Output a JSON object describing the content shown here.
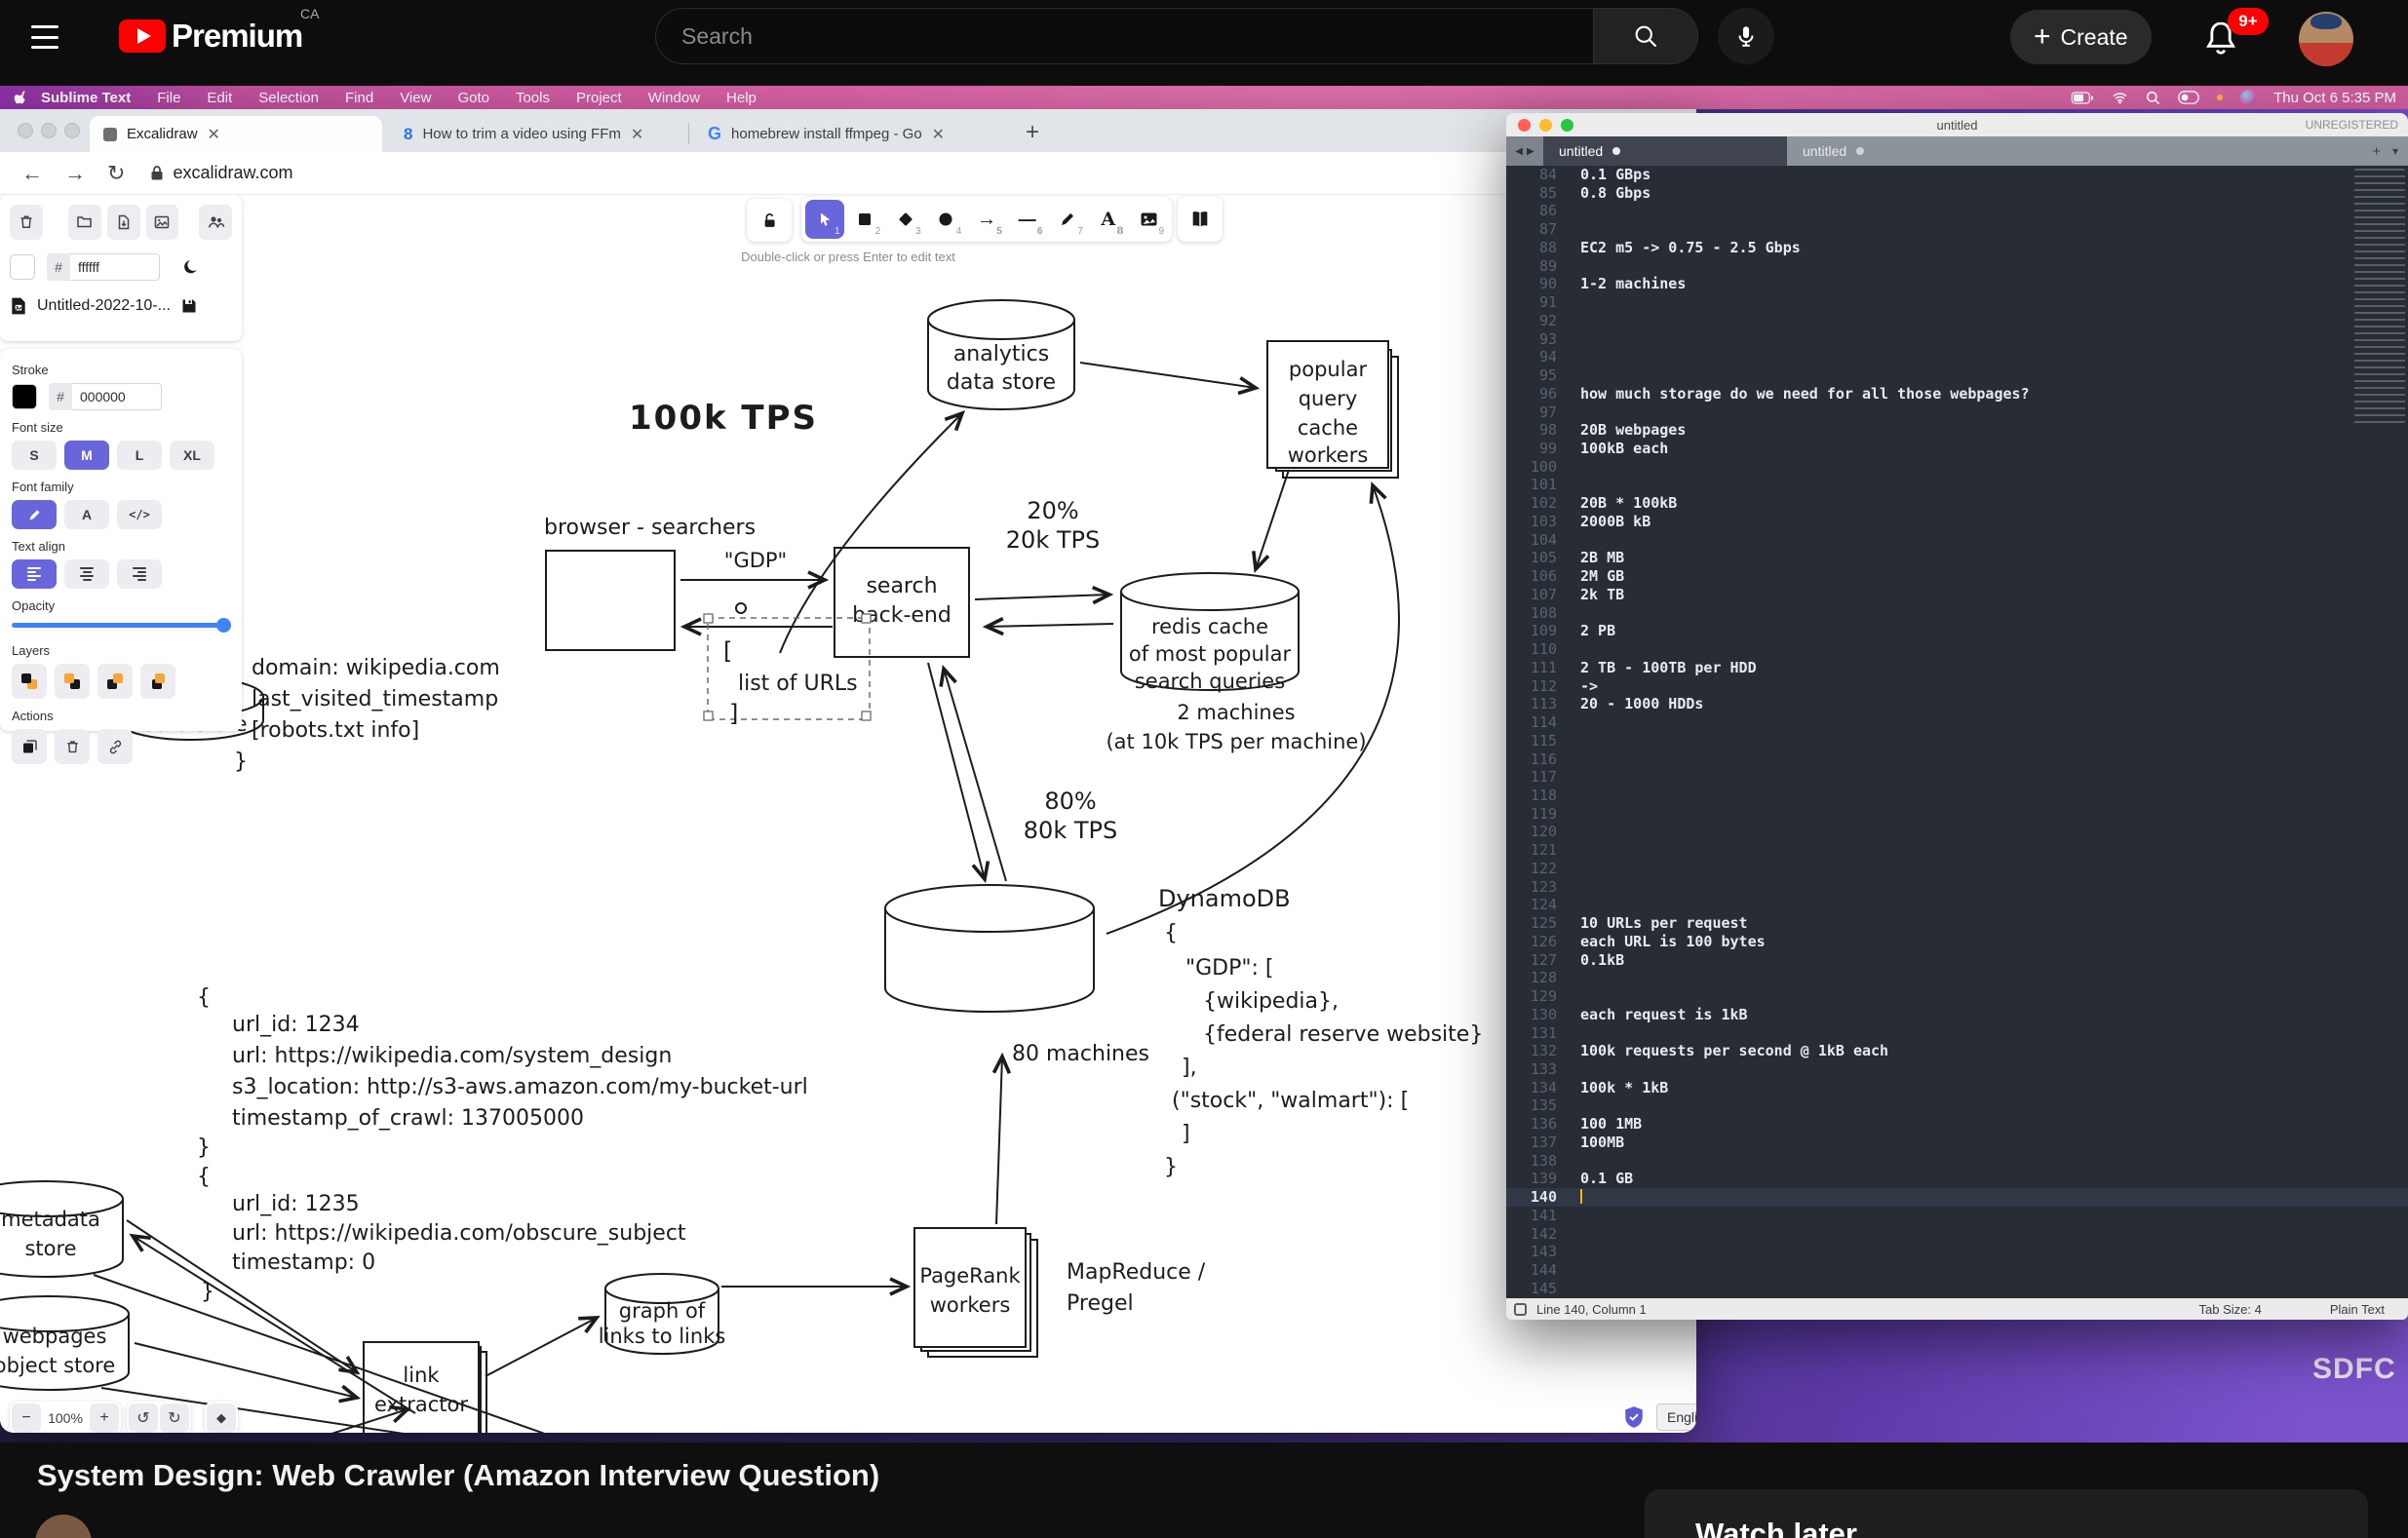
{
  "youtube": {
    "header": {
      "logo_text": "Premium",
      "logo_badge": "CA",
      "search_placeholder": "Search",
      "create_label": "Create",
      "notification_count": "9+"
    },
    "video_title": "System Design: Web Crawler (Amazon Interview Question)",
    "watch_later_title": "Watch later"
  },
  "menubar": {
    "app_name": "Sublime Text",
    "items": [
      "File",
      "Edit",
      "Selection",
      "Find",
      "View",
      "Goto",
      "Tools",
      "Project",
      "Window",
      "Help"
    ],
    "clock": "Thu Oct 6  5:35 PM"
  },
  "browser": {
    "tabs": [
      {
        "label": "Excalidraw"
      },
      {
        "label": "How to trim a video using FFm"
      },
      {
        "label": "homebrew install ffmpeg - Go"
      }
    ],
    "url": "excalidraw.com"
  },
  "excalidraw": {
    "hash": "#",
    "canvas_bg_hex": "ffffff",
    "file_name": "Untitled-2022-10-...",
    "stroke_label": "Stroke",
    "stroke_hex": "000000",
    "font_size_label": "Font size",
    "font_sizes": [
      {
        "label": "S"
      },
      {
        "label": "M",
        "cls": "sel"
      },
      {
        "label": "L"
      },
      {
        "label": "XL"
      }
    ],
    "font_family_label": "Font family",
    "font_family_code": "</>",
    "font_family_text": "A",
    "text_align_label": "Text align",
    "opacity_label": "Opacity",
    "layers_label": "Layers",
    "actions_label": "Actions",
    "toolbar_hint": "Double-click or press Enter to edit text",
    "tool_numbers": [
      "1",
      "2",
      "3",
      "4",
      "5",
      "6",
      "7",
      "8",
      "9"
    ],
    "text_tool_glyph": "A",
    "arrow_tool_glyph": "→",
    "line_tool_glyph": "—",
    "zoom_out": "−",
    "zoom_in": "+",
    "zoom_value": "100%",
    "undo_glyph": "↺",
    "redo_glyph": "↻",
    "eraser_glyph": "◆",
    "language": "English",
    "lang_caret": "▲",
    "help_label": "?"
  },
  "diagram": {
    "tps_label": "100k TPS",
    "analytics": [
      "analytics",
      "data store"
    ],
    "popular": [
      "popular",
      "query",
      "cache",
      "workers"
    ],
    "browser_label": "browser - searchers",
    "gdp": "\"GDP\"",
    "search_backend": [
      "search",
      "back-end"
    ],
    "pct20": [
      "20%",
      "20k TPS"
    ],
    "redis": [
      "redis cache",
      "of most popular",
      "search queries"
    ],
    "redis_sub": [
      "2 machines",
      "(at 10k TPS per machine)"
    ],
    "bracket_open": "[",
    "list_of_urls": "list of URLs",
    "bracket_close": "]",
    "pct80": [
      "80%",
      "80k TPS"
    ],
    "machines80": "80 machines",
    "dynamodb": "DynamoDB",
    "dyn_lines": [
      "{",
      "\"GDP\": [",
      "{wikipedia},",
      "{federal reserve website}",
      "],",
      "(\"stock\", \"walmart\"): [",
      "]",
      "}"
    ],
    "url_block1": [
      "{",
      "url_id: 1234",
      "url: https://wikipedia.com/system_design",
      "s3_location: http://s3-aws.amazon.com/my-bucket-url",
      "timestamp_of_crawl:  137005000",
      "}"
    ],
    "url_block2": [
      "{",
      "url_id: 1235",
      "url: https://wikipedia.com/obscure_subject",
      "timestamp: 0",
      "}"
    ],
    "domain_notes": [
      "domain: wikipedia.com",
      "last_visited_timestamp",
      "[robots.txt info]",
      "}"
    ],
    "partial_store": "data store",
    "metadata_store": [
      "metadata",
      "store"
    ],
    "webpages_store": [
      "webpages",
      "object store"
    ],
    "link_extractor": [
      "link",
      "extractor"
    ],
    "graph_links": [
      "graph of",
      "links to links"
    ],
    "pagerank": [
      "PageRank",
      "workers"
    ],
    "mapreduce": [
      "MapReduce /",
      "Pregel"
    ]
  },
  "sublime": {
    "window_title": "untitled",
    "registration": "UNREGISTERED",
    "tabs": [
      {
        "label": "untitled",
        "cls": "active"
      },
      {
        "label": "untitled"
      }
    ],
    "new_tab_glyph": "+",
    "tab_menu_glyph": "▾",
    "status_left": "Line 140, Column 1",
    "tab_size": "Tab Size: 4",
    "syntax": "Plain Text",
    "lines": [
      {
        "n": "84",
        "t": "0.1 GBps"
      },
      {
        "n": "85",
        "t": "0.8 Gbps"
      },
      {
        "n": "86",
        "t": ""
      },
      {
        "n": "87",
        "t": ""
      },
      {
        "n": "88",
        "t": "EC2 m5 -> 0.75 - 2.5 Gbps"
      },
      {
        "n": "89",
        "t": ""
      },
      {
        "n": "90",
        "t": "1-2 machines"
      },
      {
        "n": "91",
        "t": ""
      },
      {
        "n": "92",
        "t": ""
      },
      {
        "n": "93",
        "t": ""
      },
      {
        "n": "94",
        "t": ""
      },
      {
        "n": "95",
        "t": ""
      },
      {
        "n": "96",
        "t": "how much storage do we need for all those webpages?"
      },
      {
        "n": "97",
        "t": ""
      },
      {
        "n": "98",
        "t": "20B webpages"
      },
      {
        "n": "99",
        "t": "100kB each"
      },
      {
        "n": "100",
        "t": ""
      },
      {
        "n": "101",
        "t": ""
      },
      {
        "n": "102",
        "t": "20B * 100kB"
      },
      {
        "n": "103",
        "t": "2000B kB"
      },
      {
        "n": "104",
        "t": ""
      },
      {
        "n": "105",
        "t": "2B MB"
      },
      {
        "n": "106",
        "t": "2M GB"
      },
      {
        "n": "107",
        "t": "2k TB"
      },
      {
        "n": "108",
        "t": ""
      },
      {
        "n": "109",
        "t": "2 PB"
      },
      {
        "n": "110",
        "t": ""
      },
      {
        "n": "111",
        "t": "2 TB - 100TB per HDD"
      },
      {
        "n": "112",
        "t": "->"
      },
      {
        "n": "113",
        "t": "20 - 1000 HDDs"
      },
      {
        "n": "114",
        "t": ""
      },
      {
        "n": "115",
        "t": ""
      },
      {
        "n": "116",
        "t": ""
      },
      {
        "n": "117",
        "t": ""
      },
      {
        "n": "118",
        "t": ""
      },
      {
        "n": "119",
        "t": ""
      },
      {
        "n": "120",
        "t": ""
      },
      {
        "n": "121",
        "t": ""
      },
      {
        "n": "122",
        "t": ""
      },
      {
        "n": "123",
        "t": ""
      },
      {
        "n": "124",
        "t": ""
      },
      {
        "n": "125",
        "t": "10 URLs per request"
      },
      {
        "n": "126",
        "t": "each URL is 100 bytes"
      },
      {
        "n": "127",
        "t": "0.1kB"
      },
      {
        "n": "128",
        "t": ""
      },
      {
        "n": "129",
        "t": ""
      },
      {
        "n": "130",
        "t": "each request is 1kB"
      },
      {
        "n": "131",
        "t": ""
      },
      {
        "n": "132",
        "t": "100k requests per second @ 1kB each"
      },
      {
        "n": "133",
        "t": ""
      },
      {
        "n": "134",
        "t": "100k * 1kB"
      },
      {
        "n": "135",
        "t": ""
      },
      {
        "n": "136",
        "t": "100 1MB"
      },
      {
        "n": "137",
        "t": "100MB"
      },
      {
        "n": "138",
        "t": ""
      },
      {
        "n": "139",
        "t": "0.1 GB"
      },
      {
        "n": "140",
        "t": "",
        "cls": "cur"
      },
      {
        "n": "141",
        "t": ""
      },
      {
        "n": "142",
        "t": ""
      },
      {
        "n": "143",
        "t": ""
      },
      {
        "n": "144",
        "t": ""
      },
      {
        "n": "145",
        "t": ""
      }
    ]
  },
  "wallpaper_text": "SDFC"
}
